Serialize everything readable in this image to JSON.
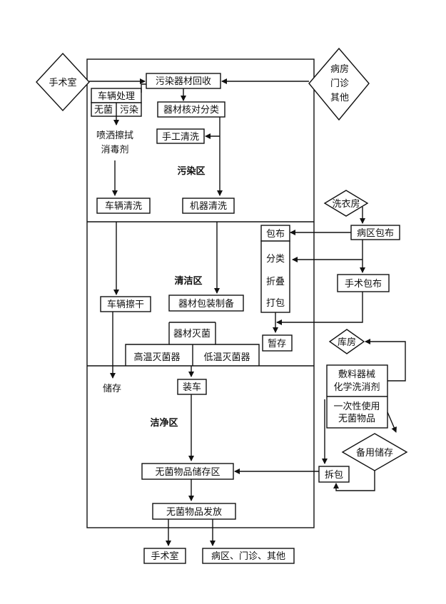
{
  "zones": {
    "contaminated": "污染区",
    "cleaning": "清洁区",
    "clean": "洁净区"
  },
  "nodes": {
    "operating_room_in": "手术室",
    "ward_in": [
      "病房",
      "门诊",
      "其他"
    ],
    "contaminated_recovery": "污染器材回收",
    "vehicle_processing": "车辆处理",
    "sterile": "无菌",
    "contaminated": "污染",
    "spray_wipe": [
      "喷洒擦拭",
      "消毒剂"
    ],
    "vehicle_washing": "车辆清洗",
    "instrument_sorting": "器材核对分类",
    "manual_cleaning": "手工清洗",
    "machine_cleaning": "机器清洗",
    "laundry": "洗衣房",
    "ward_linen": "病区包布",
    "surgical_linen": "手术包布",
    "linen": "包布",
    "sort": "分类",
    "fold": "折叠",
    "pack": "打包",
    "temp_storage": "暂存",
    "vehicle_drying": "车辆擦干",
    "instrument_packaging": "器材包装制备",
    "instrument_sterilization": "器材灭菌",
    "high_temp": "高温灭菌器",
    "low_temp": "低温灭菌器",
    "storeroom": "库房",
    "supplies": [
      "敷料器械",
      "化学洗消剂"
    ],
    "disposables": [
      "一次性使用",
      "无菌物品"
    ],
    "backup_storage": "备用储存",
    "unpacking": "拆包",
    "storage": "储存",
    "loading": "装车",
    "sterile_storage": "无菌物品储存区",
    "sterile_dispatch": "无菌物品发放",
    "operating_room_out": "手术室",
    "ward_out": "病区、门诊、其他"
  }
}
